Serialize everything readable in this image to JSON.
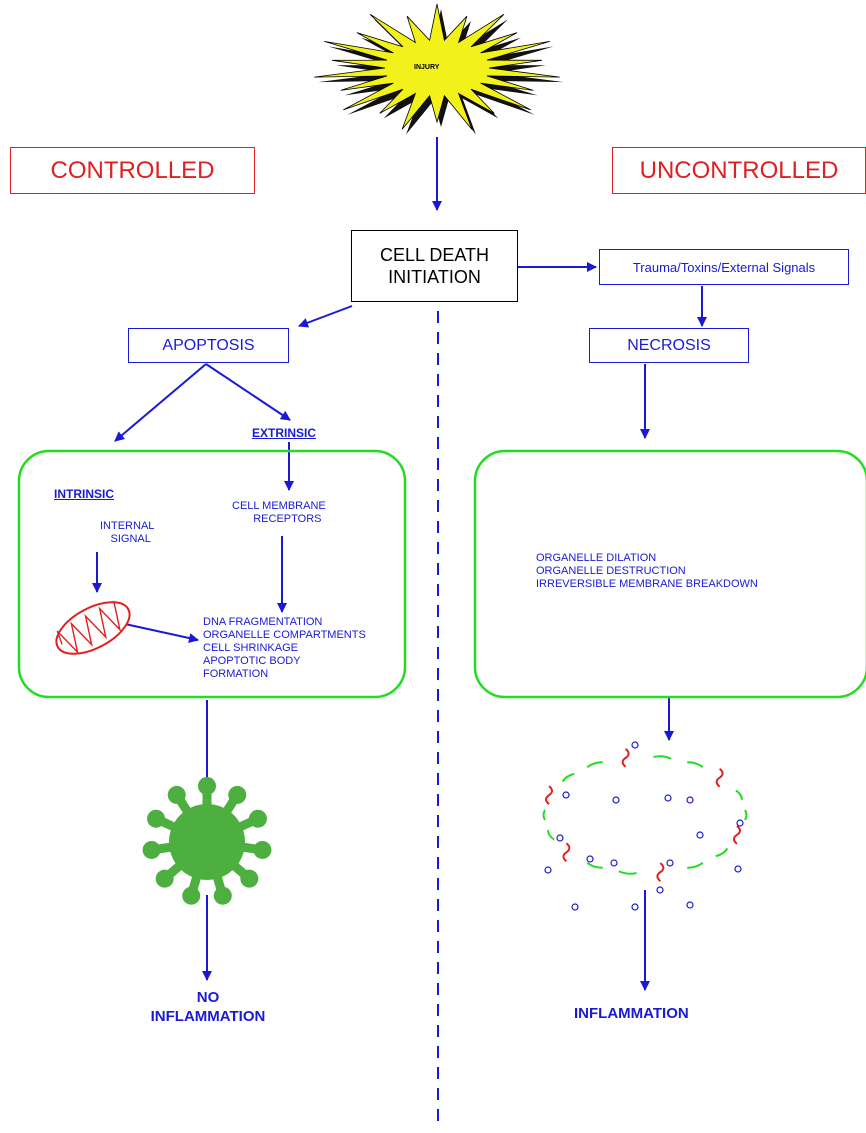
{
  "injury": "INJURY",
  "controlled": "CONTROLLED",
  "uncontrolled": "UNCONTROLLED",
  "cell_death_initiation": "CELL DEATH\nINITIATION",
  "trauma": "Trauma/Toxins/External Signals",
  "apoptosis": "APOPTOSIS",
  "necrosis": "NECROSIS",
  "extrinsic": "EXTRINSIC",
  "intrinsic": "INTRINSIC",
  "internal_signal_1": "INTERNAL",
  "internal_signal_2": "SIGNAL",
  "receptors_1": "CELL MEMBRANE",
  "receptors_2": "RECEPTORS",
  "apoptosis_features": [
    "DNA FRAGMENTATION",
    "ORGANELLE COMPARTMENTS",
    "CELL SHRINKAGE",
    "APOPTOTIC BODY",
    "FORMATION"
  ],
  "necrosis_features": [
    "ORGANELLE DILATION",
    "ORGANELLE DESTRUCTION",
    "IRREVERSIBLE MEMBRANE BREAKDOWN"
  ],
  "no_inflammation_1": "NO",
  "no_inflammation_2": "INFLAMMATION",
  "inflammation": "INFLAMMATION",
  "colors": {
    "blue": "#1a1ad6",
    "red": "#e02020",
    "green": "#22dd22",
    "cell_green": "#4caf3f",
    "burst_yellow": "#f2f21a"
  }
}
